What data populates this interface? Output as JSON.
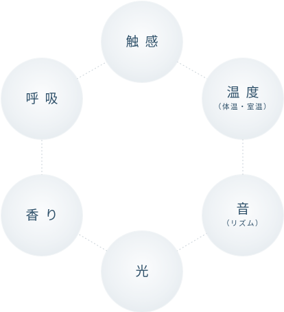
{
  "nodes": {
    "touch": {
      "label": "触感"
    },
    "temp": {
      "label": "温度",
      "sub": "（体温・室温）"
    },
    "sound": {
      "label": "音",
      "sub": "（リズム）"
    },
    "light": {
      "label": "光"
    },
    "scent": {
      "label": "香り"
    },
    "breath": {
      "label": "呼吸"
    }
  },
  "colors": {
    "text": "#2e5069",
    "connector": "#c9d2d8",
    "node_center": "#fbfcfd",
    "node_edge": "#dfe6eb"
  }
}
